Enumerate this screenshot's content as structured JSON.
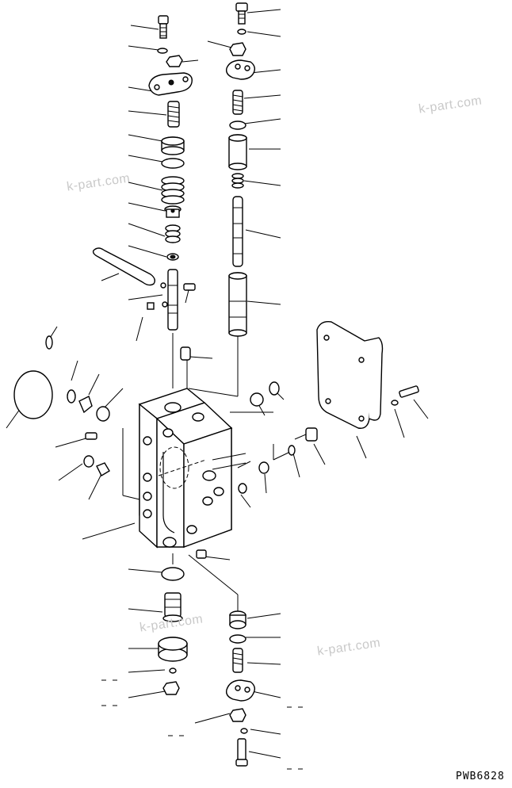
{
  "drawing_code": "PWB6828",
  "watermark_text": "k-part.com",
  "watermarks": [
    "k-part.com",
    "k-part.com",
    "k-part.com",
    "k-part.com"
  ]
}
